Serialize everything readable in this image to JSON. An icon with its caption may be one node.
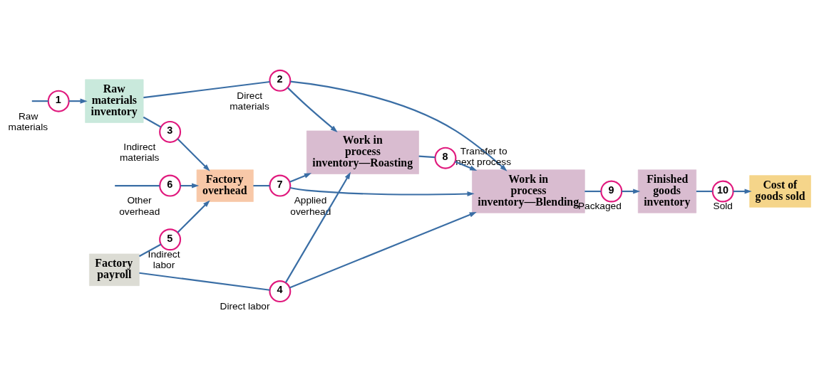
{
  "diagram": {
    "nodes": [
      {
        "text": [
          "1"
        ],
        "beside": [
          "Raw materials"
        ]
      },
      {
        "text": [
          "Raw materials inventory"
        ]
      },
      {
        "text": [
          "2"
        ],
        "beside": [
          "Direct materials"
        ]
      },
      {
        "text": [
          "Work in process inventory—Roasting"
        ]
      },
      {
        "text": [
          "8"
        ],
        "beside": [
          "Transfer to next process"
        ]
      },
      {
        "text": [
          "3"
        ],
        "beside": [
          "Indirect materials"
        ]
      },
      {
        "text": [
          "6"
        ],
        "beside": [
          "Other overhead"
        ]
      },
      {
        "text": [
          "Factory overhead"
        ]
      },
      {
        "text": [
          "7"
        ],
        "beside": [
          "Applied overhead"
        ]
      },
      {
        "text": [
          "Work in process inventory—Blending"
        ]
      },
      {
        "text": [
          "9"
        ],
        "beside": [
          "Packaged"
        ]
      },
      {
        "text": [
          "Finished goods inventory"
        ]
      },
      {
        "text": [
          "10"
        ],
        "beside": [
          "Sold"
        ]
      },
      {
        "text": [
          "Cost of goods sold"
        ]
      },
      {
        "text": [
          "5"
        ],
        "beside": [
          "Indirect labor"
        ]
      },
      {
        "text": [
          "Factory payroll"
        ]
      },
      {
        "text": [
          "4"
        ],
        "beside": [
          "Direct labor"
        ]
      }
    ],
    "edges": [
      {
        "from": null,
        "to": 0,
        "arrow": "none"
      },
      {
        "from": 0,
        "to": 1,
        "arrow": "to"
      },
      {
        "from": 1,
        "to": 2,
        "arrow": "none"
      },
      {
        "from": 2,
        "to": 3,
        "arrow": "to"
      },
      {
        "from": 2,
        "to": 9,
        "arrow": "to"
      },
      {
        "from": 1,
        "to": 5,
        "arrow": "none"
      },
      {
        "from": 5,
        "to": 7,
        "arrow": "to"
      },
      {
        "from": null,
        "to": 6,
        "arrow": "none"
      },
      {
        "from": 6,
        "to": 7,
        "arrow": "to"
      },
      {
        "from": 7,
        "to": 8,
        "arrow": "none"
      },
      {
        "from": 8,
        "to": 3,
        "arrow": "to"
      },
      {
        "from": 8,
        "to": 9,
        "arrow": "to"
      },
      {
        "from": 3,
        "to": 4,
        "arrow": "none"
      },
      {
        "from": 4,
        "to": 9,
        "arrow": "to"
      },
      {
        "from": 9,
        "to": 10,
        "arrow": "none"
      },
      {
        "from": 10,
        "to": 11,
        "arrow": "to"
      },
      {
        "from": 11,
        "to": 12,
        "arrow": "none"
      },
      {
        "from": 12,
        "to": 13,
        "arrow": "to"
      },
      {
        "from": 15,
        "to": 14,
        "arrow": "none"
      },
      {
        "from": 14,
        "to": 7,
        "arrow": "to"
      },
      {
        "from": 15,
        "to": 16,
        "arrow": "none"
      },
      {
        "from": 16,
        "to": 3,
        "arrow": "to"
      },
      {
        "from": 16,
        "to": 9,
        "arrow": "to"
      }
    ]
  }
}
